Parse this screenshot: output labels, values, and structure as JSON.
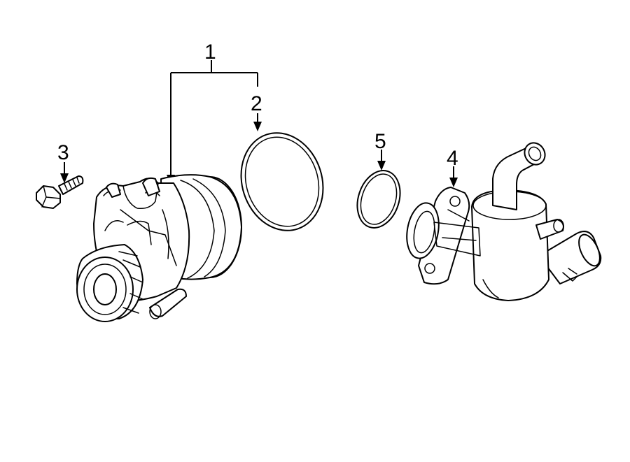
{
  "diagram": {
    "callouts": [
      {
        "id": "part-1",
        "label": "1"
      },
      {
        "id": "part-2",
        "label": "2"
      },
      {
        "id": "part-3",
        "label": "3"
      },
      {
        "id": "part-4",
        "label": "4"
      },
      {
        "id": "part-5",
        "label": "5"
      }
    ],
    "colors": {
      "line": "#000000",
      "background": "#ffffff"
    }
  }
}
